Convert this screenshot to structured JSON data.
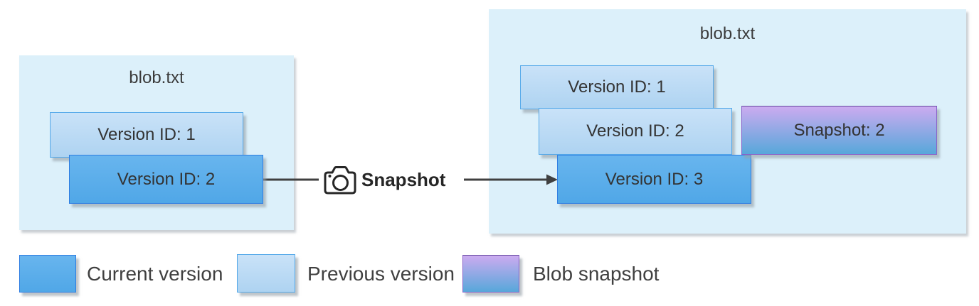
{
  "left_panel": {
    "title": "blob.txt",
    "versions": [
      {
        "label": "Version ID: 1",
        "type": "previous"
      },
      {
        "label": "Version ID: 2",
        "type": "current"
      }
    ]
  },
  "connector": {
    "icon": "camera-icon",
    "label": "Snapshot"
  },
  "right_panel": {
    "title": "blob.txt",
    "versions": [
      {
        "label": "Version ID: 1",
        "type": "previous"
      },
      {
        "label": "Version ID: 2",
        "type": "previous"
      },
      {
        "label": "Version ID: 3",
        "type": "current"
      }
    ],
    "snapshot": {
      "label": "Snapshot: 2",
      "type": "snapshot"
    }
  },
  "legend": {
    "items": [
      {
        "label": "Current version",
        "type": "current"
      },
      {
        "label": "Previous version",
        "type": "previous"
      },
      {
        "label": "Blob snapshot",
        "type": "snapshot"
      }
    ]
  },
  "colors": {
    "panel_bg": "#dcf0fa",
    "current_fill": "#58ace9",
    "current_border": "#2e7de2",
    "previous_fill": "#b7dbf6",
    "previous_border": "#55a9e9",
    "snapshot_gradient_top": "#ccabf0",
    "snapshot_gradient_bottom": "#57a7da",
    "snapshot_border": "#8a62c9",
    "line": "#404040",
    "text": "#3b3b3b"
  }
}
